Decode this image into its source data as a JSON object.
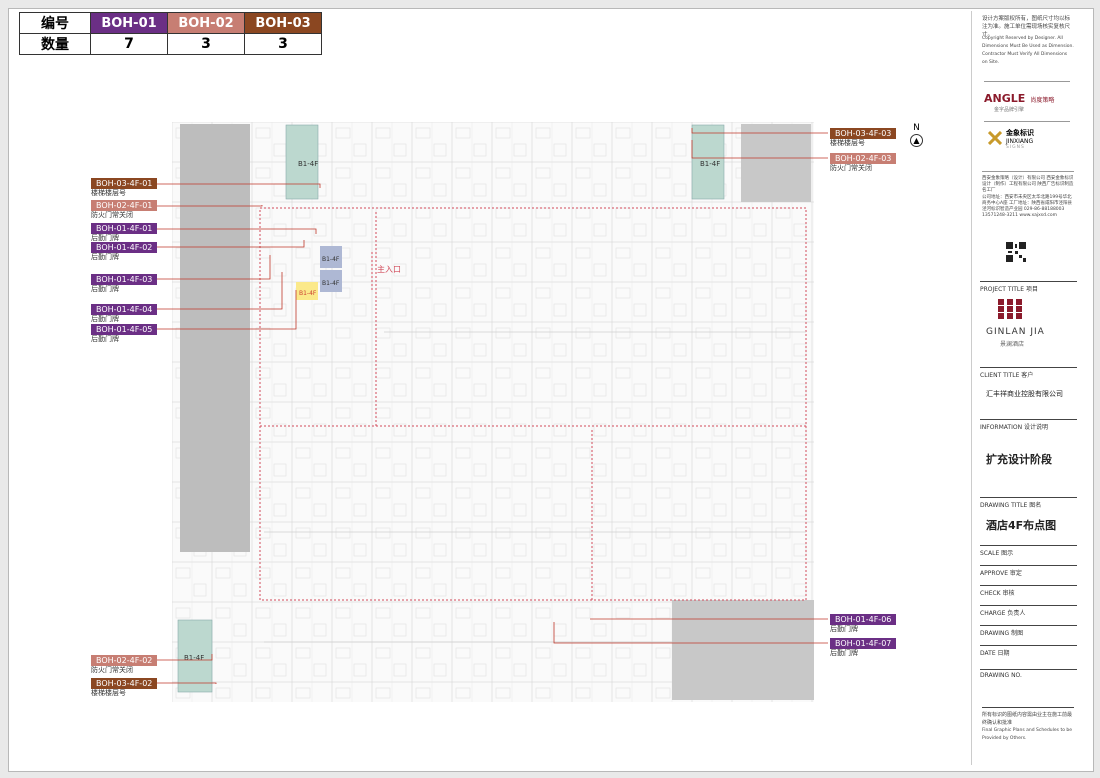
{
  "legend": {
    "row1_label": "编号",
    "row2_label": "数量",
    "cols": [
      {
        "code": "BOH-01",
        "count": "7",
        "color": "#6b2f85"
      },
      {
        "code": "BOH-02",
        "count": "3",
        "color": "#c77e73"
      },
      {
        "code": "BOH-03",
        "count": "3",
        "color": "#8b4721"
      }
    ]
  },
  "plan": {
    "stair_label": "B1-4F",
    "yellow_label": "B1-4F",
    "blue_label_1": "B1-4F",
    "blue_label_2": "B1-4F",
    "entrance": "主入口",
    "north": "N"
  },
  "callouts": {
    "c1": {
      "code": "BOH-03-4F-01",
      "sub": "楼梯楼层号"
    },
    "c2": {
      "code": "BOH-02-4F-01",
      "sub": "防火门常关闭"
    },
    "c3": {
      "code": "BOH-01-4F-01",
      "sub": "后勤门牌"
    },
    "c4": {
      "code": "BOH-01-4F-02",
      "sub": "后勤门牌"
    },
    "c5": {
      "code": "BOH-01-4F-03",
      "sub": "后勤门牌"
    },
    "c6": {
      "code": "BOH-01-4F-04",
      "sub": "后勤门牌"
    },
    "c7": {
      "code": "BOH-01-4F-05",
      "sub": "后勤门牌"
    },
    "c8": {
      "code": "BOH-03-4F-03",
      "sub": "楼梯楼层号"
    },
    "c9": {
      "code": "BOH-02-4F-03",
      "sub": "防火门常关闭"
    },
    "c10": {
      "code": "BOH-01-4F-06",
      "sub": "后勤门牌"
    },
    "c11": {
      "code": "BOH-01-4F-07",
      "sub": "后勤门牌"
    },
    "c12": {
      "code": "BOH-02-4F-02",
      "sub": "防火门常关闭"
    },
    "c13": {
      "code": "BOH-03-4F-02",
      "sub": "楼梯楼层号"
    }
  },
  "titleblock": {
    "copyright_cn": "设计方案版权所有，图纸尺寸均以标注为准。施工单位需现场核实复核尺寸。",
    "copyright_en": "Copyright Reserved by Designer. All Dimensions Must Be Used as Dimension. Contractor Must Verify All Dimensions on Site.",
    "brand1": "ANGLE",
    "brand1_cn": "尚度策略",
    "brand1_sub": "金字品牌引擎",
    "brand2_cn": "金象标识",
    "brand2_en": "JINXIANG",
    "brand2_sub": "SIGNS",
    "company_info": "西安金象策略（设计）有限公司 西安金象标识设计（制作）工程有限公司 陕西广告标识制造名工厂",
    "address": "公司地址：西安市未央区太华北路199号华北商务中心A座 工厂地址：陕西省咸阳市泾阳县泾河标识智造产业园 029-86-88188003 13571248-3211 www.xajxsd.com",
    "project_title_label": "PROJECT TITLE 项目",
    "project_name": "GINLAN JIA",
    "project_name_cn": "景澜酒店",
    "client_label": "CLIENT TITLE 客户",
    "client_name": "汇丰祥商业控股有限公司",
    "info_label": "INFORMATION 设计说明",
    "info_value": "扩充设计阶段",
    "drawing_title_label": "DRAWING TITLE 图名",
    "drawing_title": "酒店4F布点图",
    "scale_label": "SCALE 图示",
    "approve_label": "APPROVE 审定",
    "check_label": "CHECK 审核",
    "charge_label": "CHARGE 负责人",
    "drawing_label": "DRAWING 制图",
    "date_label": "DATE 日期",
    "drawing_no_label": "DRAWING NO.",
    "footer_cn": "所有标识的图纸内容需由业主在施工前最终确认和批准",
    "footer_en": "Final Graphic Plans and Schedules to be Provided by Others."
  }
}
